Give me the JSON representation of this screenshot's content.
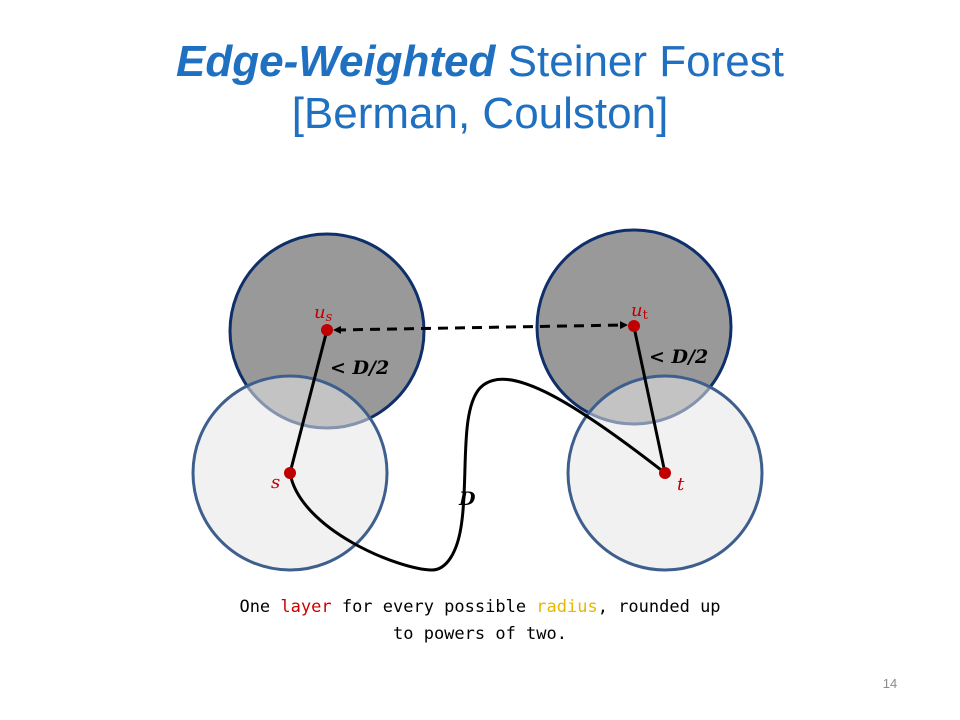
{
  "slide": {
    "title_emphasis": "Edge-Weighted",
    "title_rest": " Steiner Forest",
    "title_line2": "[Berman, Coulston]",
    "page_number": "14"
  },
  "diagram": {
    "labels": {
      "u_s": "u",
      "u_s_sub": "s",
      "u_t": "u",
      "u_t_sub": "t",
      "s": "s",
      "t": "t",
      "left_radius": "< D/2",
      "right_radius": "< D/2",
      "path_length": "D"
    },
    "colors": {
      "dark_circle_fill": "#999999",
      "dark_circle_stroke": "#0f2f6b",
      "light_circle_fill": "#e6e6e6",
      "light_circle_stroke": "#3e5f8e",
      "terminal_dot": "#c00000",
      "edge": "#000000"
    }
  },
  "caption": {
    "part1": "One ",
    "layer_word": "layer",
    "part2": " for every possible ",
    "radius_word": "radius",
    "part3": ", rounded up",
    "line2": "to powers of two."
  }
}
